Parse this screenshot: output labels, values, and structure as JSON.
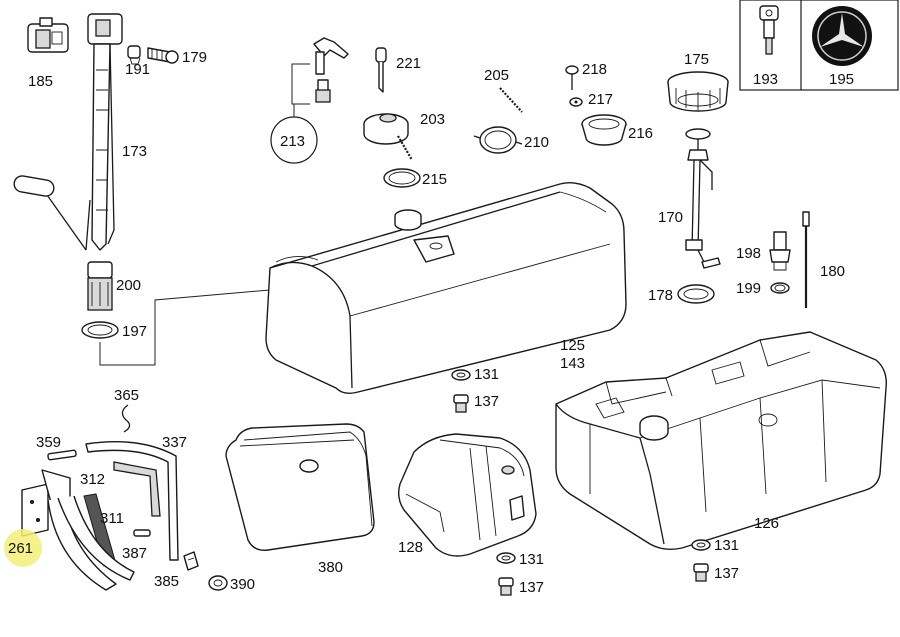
{
  "labels": {
    "p185": "185",
    "p191": "191",
    "p179": "179",
    "p173": "173",
    "p200": "200",
    "p197": "197",
    "p213": "213",
    "p221": "221",
    "p203": "203",
    "p215": "215",
    "p205": "205",
    "p210": "210",
    "p218": "218",
    "p217": "217",
    "p216": "216",
    "p175": "175",
    "p170": "170",
    "p193": "193",
    "p195": "195",
    "p198": "198",
    "p199": "199",
    "p178": "178",
    "p180": "180",
    "p125": "125",
    "p143": "143",
    "p131a": "131",
    "p137a": "137",
    "p365": "365",
    "p359": "359",
    "p337": "337",
    "p312": "312",
    "p311": "311",
    "p387": "387",
    "p261": "261",
    "p385": "385",
    "p390": "390",
    "p380": "380",
    "p128": "128",
    "p131b": "131",
    "p137b": "137",
    "p126": "126",
    "p131c": "131",
    "p137c": "137"
  },
  "highlighted_part": "261",
  "colors": {
    "highlight": "#f3f07a",
    "line": "#1a1a1a",
    "shade": "#d9d9d9"
  },
  "icons": [
    "mercedes-star-icon"
  ]
}
